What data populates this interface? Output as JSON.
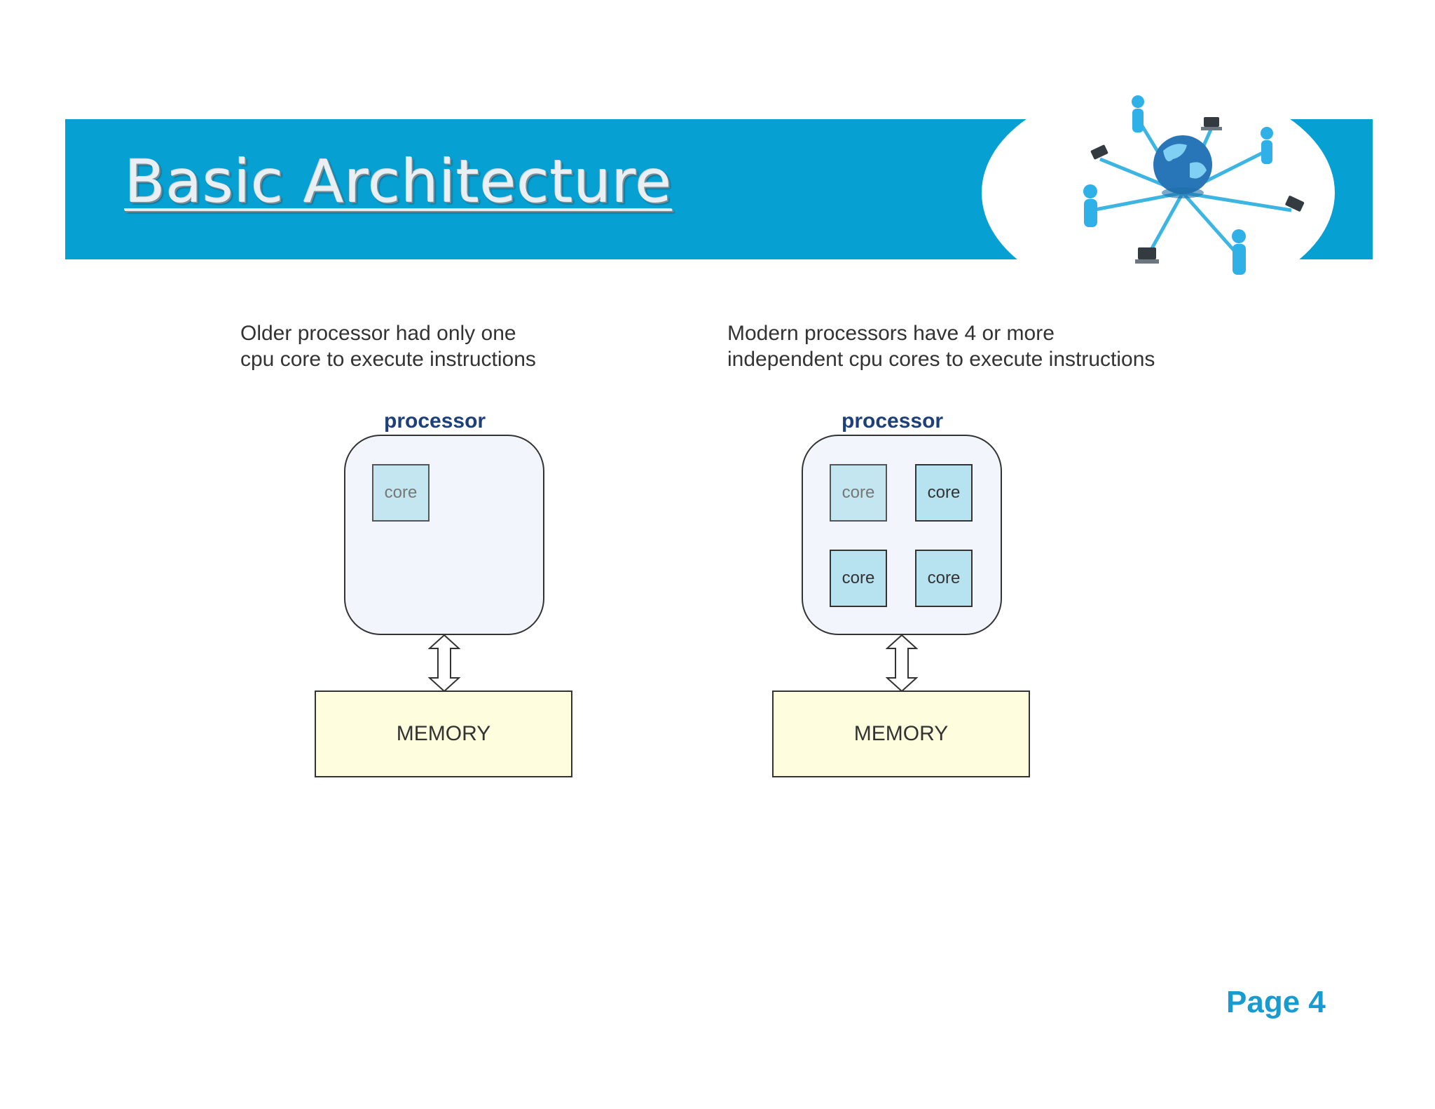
{
  "slide": {
    "title": "Basic Architecture",
    "page_label": "Page 4"
  },
  "colors": {
    "banner": "#07a0d2",
    "processor_label": "#1d3f7a",
    "core_fill": "#b7e2ef",
    "memory_fill": "#fefdde",
    "page_number": "#1a9bd0"
  },
  "left_diagram": {
    "caption_line1": "Older processor had only one",
    "caption_line2": "cpu core to execute instructions",
    "processor_label": "processor",
    "cores": [
      "core"
    ],
    "memory_label": "MEMORY"
  },
  "right_diagram": {
    "caption_line1": "Modern processors have 4 or more",
    "caption_line2": "independent cpu cores to execute instructions",
    "processor_label": "processor",
    "cores": [
      "core",
      "core",
      "core",
      "core"
    ],
    "memory_label": "MEMORY"
  },
  "icons": {
    "banner_art": "network-globe-icon",
    "connector": "double-arrow-icon"
  }
}
